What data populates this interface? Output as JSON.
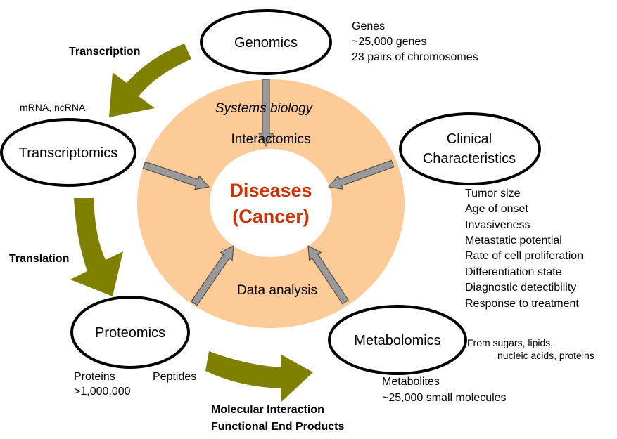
{
  "colors": {
    "ring": "#FCCB98",
    "olive": "#808000",
    "disease": "#CC3300",
    "arrow_gray": "#999999"
  },
  "center": {
    "line1": "Diseases",
    "line2": "(Cancer)"
  },
  "ring": {
    "top_label": "Systems biology",
    "inner_top": "Interactomics",
    "inner_bottom": "Data analysis"
  },
  "nodes": {
    "genomics": "Genomics",
    "transcriptomics": "Transcriptomics",
    "clinical": [
      "Clinical",
      "Characteristics"
    ],
    "proteomics": "Proteomics",
    "metabolomics": "Metabolomics"
  },
  "genomics_notes": [
    "Genes",
    "~25,000 genes",
    "23 pairs of chromosomes"
  ],
  "transcription": {
    "label": "Transcription",
    "note": "mRNA, ncRNA"
  },
  "translation": {
    "label": "Translation"
  },
  "clinical_notes": [
    "Tumor size",
    "Age of onset",
    "Invasiveness",
    "Metastatic potential",
    "Rate of cell proliferation",
    "Differentiation state",
    "Diagnostic detectibility",
    "Response to treatment"
  ],
  "proteomics_notes": {
    "proteins": "Proteins",
    "count": ">1,000,000",
    "peptides": "Peptides"
  },
  "molecular": [
    "Molecular Interaction",
    "Functional End Products"
  ],
  "metabolomics_notes": {
    "source1": "From sugars, lipids,",
    "source2": "nucleic acids, proteins",
    "metabolites": "Metabolites",
    "count": "~25,000 small molecules"
  }
}
